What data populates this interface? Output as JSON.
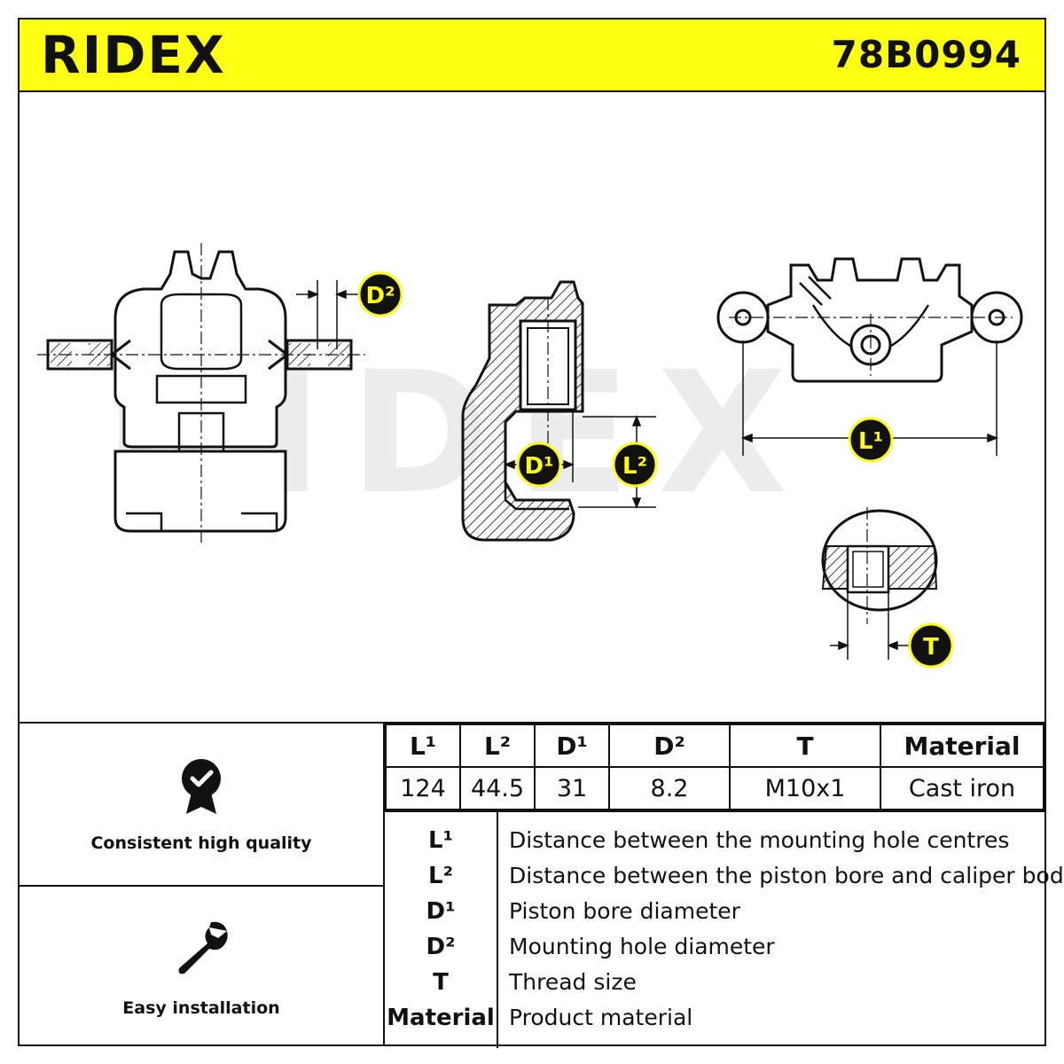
{
  "brand": {
    "name": "RIDEX",
    "color": "#111111"
  },
  "header": {
    "part_number": "78B0994",
    "background": "#ffff14"
  },
  "drawing": {
    "watermark": "RIDEX",
    "dimension_labels": {
      "d2": "D²",
      "d1": "D¹",
      "l2": "L²",
      "l1": "L¹",
      "t": "T"
    }
  },
  "features": [
    {
      "label": "Consistent high quality",
      "icon": "quality-badge-icon"
    },
    {
      "label": "Easy installation",
      "icon": "wrench-icon"
    }
  ],
  "specs": {
    "headers": [
      "L¹",
      "L²",
      "D¹",
      "D²",
      "T",
      "Material"
    ],
    "values": [
      "124",
      "44.5",
      "31",
      "8.2",
      "M10x1",
      "Cast iron"
    ]
  },
  "legend": [
    {
      "symbol": "L¹",
      "description": "Distance between the mounting hole centres"
    },
    {
      "symbol": "L²",
      "description": "Distance between the piston bore and caliper body"
    },
    {
      "symbol": "D¹",
      "description": "Piston bore diameter"
    },
    {
      "symbol": "D²",
      "description": "Mounting hole diameter"
    },
    {
      "symbol": "T",
      "description": "Thread size"
    },
    {
      "symbol": "Material",
      "description": "Product material"
    }
  ]
}
